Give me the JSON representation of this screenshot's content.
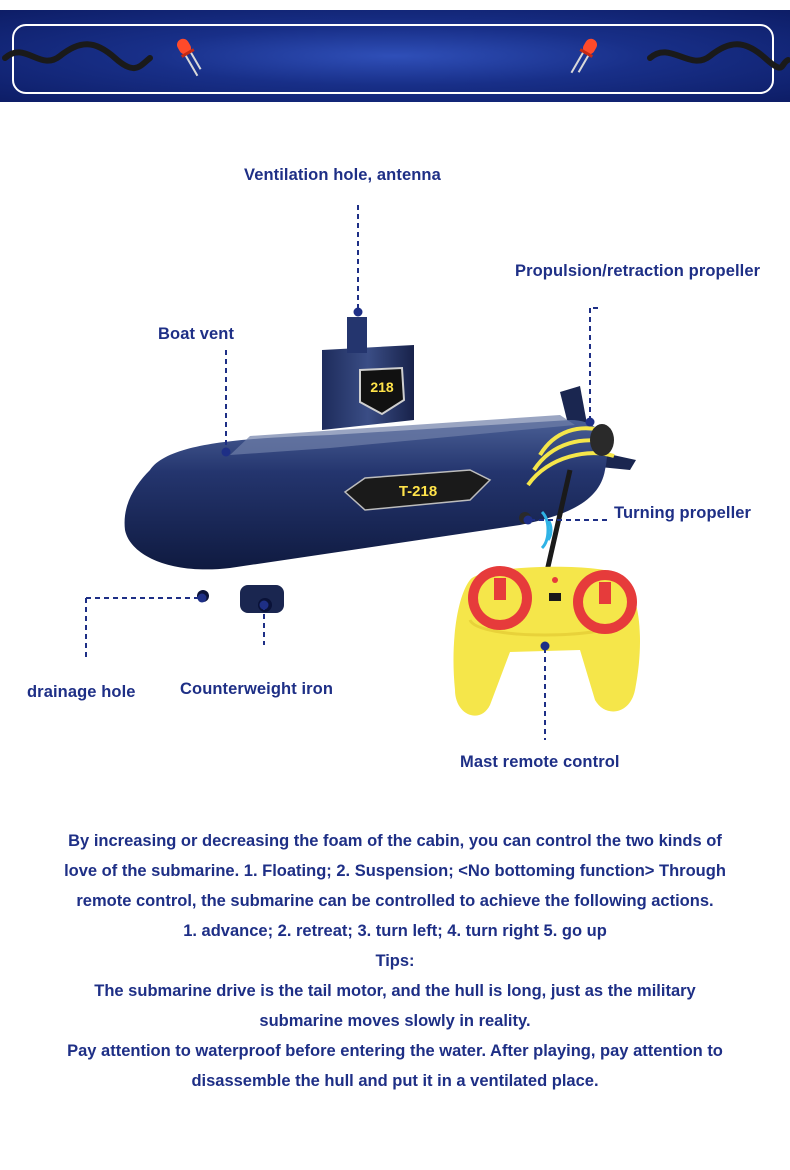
{
  "labels": {
    "ventilation_hole": "Ventilation hole, antenna",
    "propulsion_propeller": "Propulsion/retraction propeller",
    "boat_vent": "Boat vent",
    "turning_propeller": "Turning propeller",
    "drainage_hole": "drainage hole",
    "counterweight_iron": "Counterweight iron",
    "mast_remote_control": "Mast remote control"
  },
  "submarine": {
    "tower_badge": "218",
    "hull_badge": "T-218"
  },
  "description": [
    "By increasing or decreasing the foam of the cabin, you can control the two kinds of",
    "love of the submarine. 1. Floating; 2. Suspension; <No bottoming function> Through",
    "remote control, the submarine can be controlled to achieve the following actions.",
    "1. advance; 2. retreat; 3. turn left; 4. turn right 5. go up",
    "Tips:",
    "The submarine drive is the tail motor, and the hull is long, just as the military",
    "submarine moves slowly in reality.",
    "Pay attention to waterproof before entering the water. After playing, pay attention to",
    "disassemble the hull and put it in a ventilated place."
  ],
  "colors": {
    "label_text": "#1e2f86",
    "banner_dark": "#0d1d66",
    "hull": "#1a2a5e",
    "remote_yellow": "#f5e64a",
    "remote_red": "#e63b3b"
  }
}
